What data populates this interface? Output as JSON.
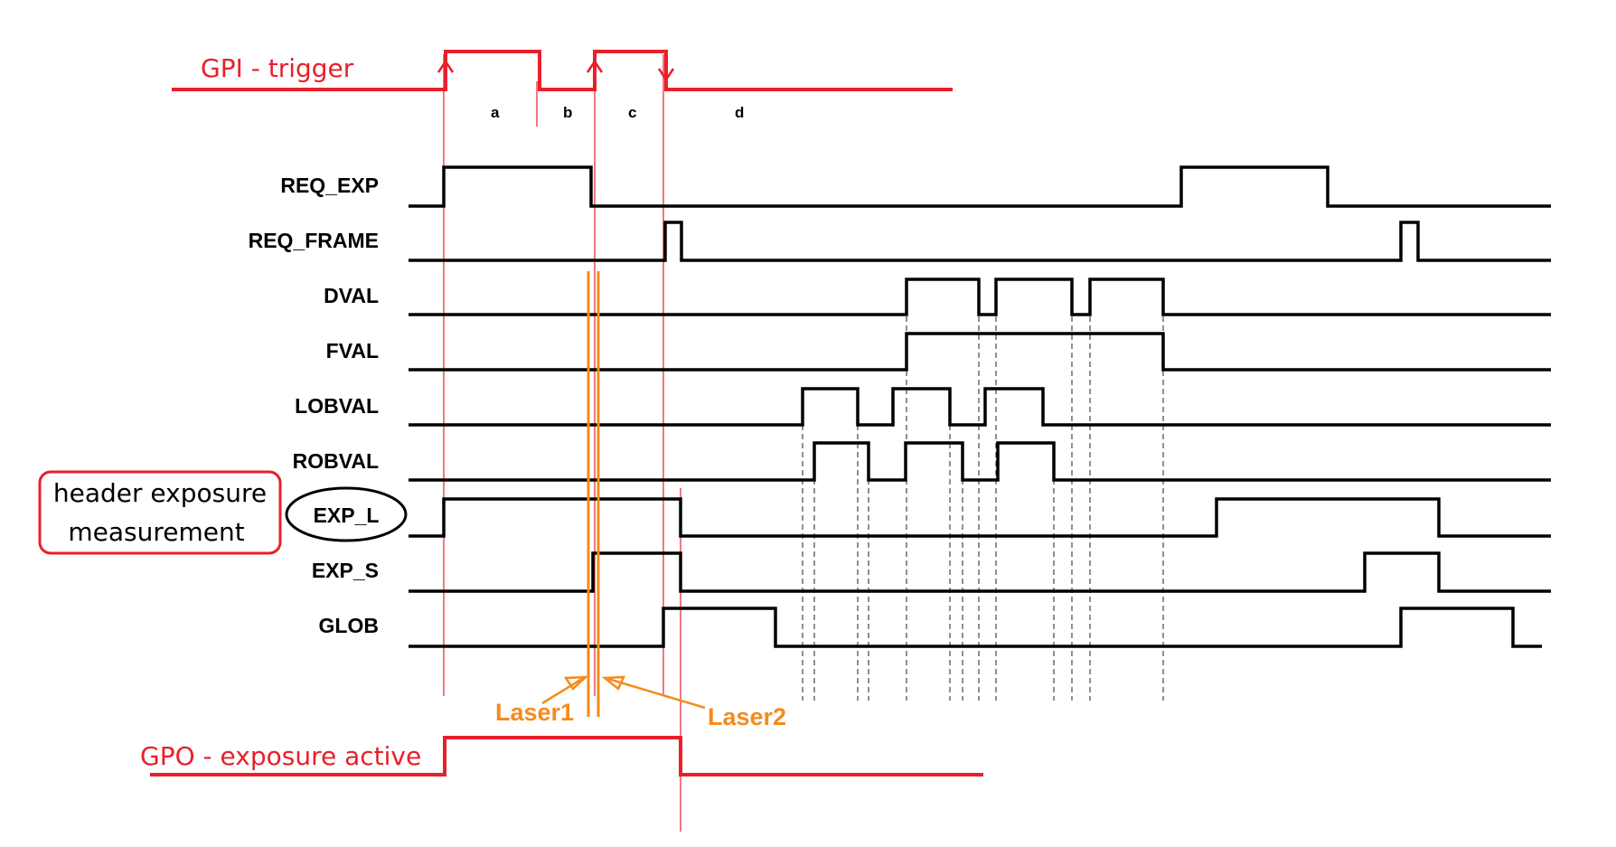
{
  "inputs": {
    "gpi": "GPI - trigger",
    "segments": [
      "a",
      "b",
      "c",
      "d"
    ]
  },
  "signals": [
    "REQ_EXP",
    "REQ_FRAME",
    "DVAL",
    "FVAL",
    "LOBVAL",
    "ROBVAL",
    "EXP_L",
    "EXP_S",
    "GLOB"
  ],
  "annotations": {
    "header_note_line1": "header exposure",
    "header_note_line2": "measurement",
    "laser1": "Laser1",
    "laser2": "Laser2"
  },
  "outputs": {
    "gpo": "GPO - exposure active"
  },
  "colors": {
    "trigger_red": "#e8202a",
    "laser_orange": "#f48b1e",
    "signal_black": "#000000"
  }
}
